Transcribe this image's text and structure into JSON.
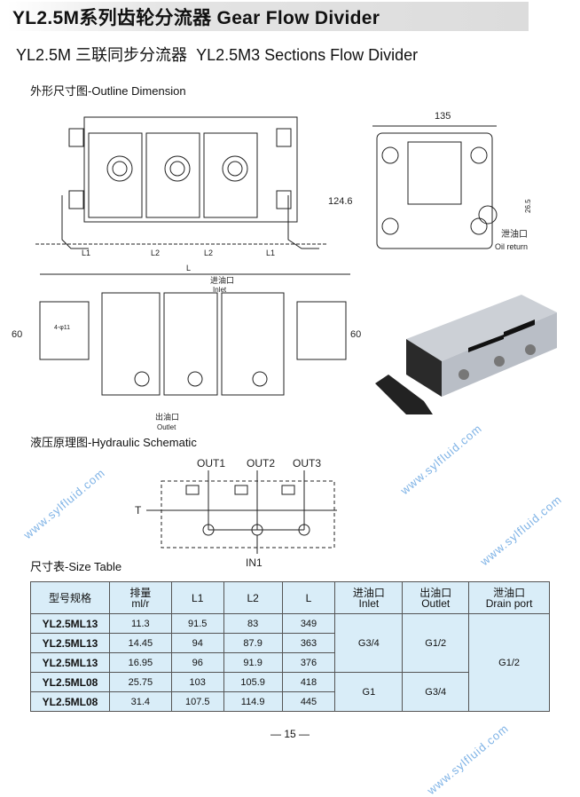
{
  "title": "YL2.5M系列齿轮分流器 Gear Flow Divider",
  "subtitle": {
    "cn": "YL2.5M 三联同步分流器",
    "en": "YL2.5M3 Sections Flow Divider"
  },
  "sections": {
    "outline": "外形尺寸图-Outline Dimension",
    "schematic": "液压原理图-Hydraulic Schematic",
    "size_table": "尺寸表-Size Table"
  },
  "drawing": {
    "l1": "L1",
    "l2": "L2",
    "l": "L",
    "width": "135",
    "height": "124.6",
    "drain_dim": "26.5",
    "h60": "60",
    "oil_return_cn": "泄油口",
    "oil_return_en": "Oil return",
    "inlet_cn": "进油口",
    "inlet_en": "Inlet",
    "outlet_cn": "出油口",
    "outlet_en": "Outlet",
    "bolt": "4-φ11"
  },
  "schematic": {
    "out1": "OUT1",
    "out2": "OUT2",
    "out3": "OUT3",
    "t": "T",
    "in1": "IN1"
  },
  "table": {
    "headers": [
      {
        "cn": "型号规格",
        "en": ""
      },
      {
        "cn": "排量",
        "en": "ml/r"
      },
      {
        "cn": "L1",
        "en": ""
      },
      {
        "cn": "L2",
        "en": ""
      },
      {
        "cn": "L",
        "en": ""
      },
      {
        "cn": "进油口",
        "en": "Inlet"
      },
      {
        "cn": "出油口",
        "en": "Outlet"
      },
      {
        "cn": "泄油口",
        "en": "Drain port"
      }
    ],
    "rows": [
      {
        "model": "YL2.5ML13",
        "disp": "11.3",
        "l1": "91.5",
        "l2": "83",
        "l": "349"
      },
      {
        "model": "YL2.5ML13",
        "disp": "14.45",
        "l1": "94",
        "l2": "87.9",
        "l": "363"
      },
      {
        "model": "YL2.5ML13",
        "disp": "16.95",
        "l1": "96",
        "l2": "91.9",
        "l": "376"
      },
      {
        "model": "YL2.5ML08",
        "disp": "25.75",
        "l1": "103",
        "l2": "105.9",
        "l": "418"
      },
      {
        "model": "YL2.5ML08",
        "disp": "31.4",
        "l1": "107.5",
        "l2": "114.9",
        "l": "445"
      }
    ],
    "inlet_groups": [
      "G3/4",
      "G1"
    ],
    "outlet_groups": [
      "G1/2",
      "G3/4"
    ],
    "drain": "G1/2"
  },
  "page_number": "— 15 —",
  "watermark": "www.sylfluid.com"
}
